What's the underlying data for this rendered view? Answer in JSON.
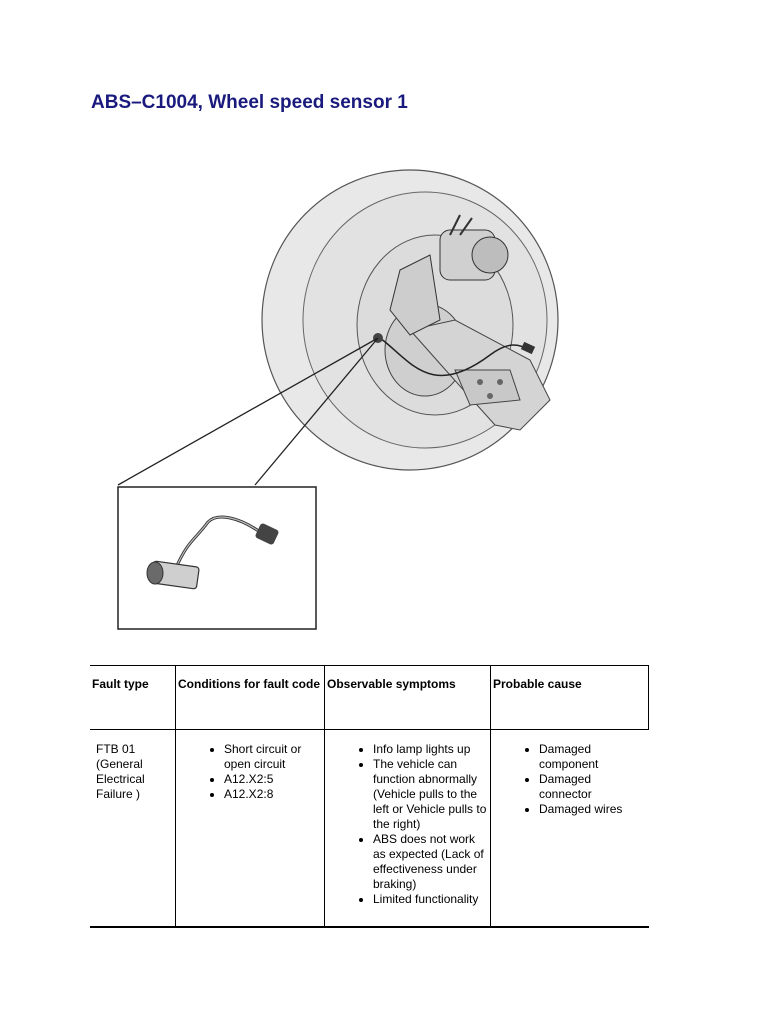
{
  "page": {
    "title": "ABS–C1004, Wheel speed sensor 1"
  },
  "figure": {
    "subject": "wheel-speed-sensor-illustration"
  },
  "table": {
    "headers": [
      "Fault type",
      "Conditions for fault code",
      "Observable symptoms",
      "Probable cause"
    ],
    "row": {
      "fault_type": "FTB 01 (General Electrical Failure )",
      "conditions": [
        "Short circuit or open circuit",
        "A12.X2:5",
        "A12.X2:8"
      ],
      "symptoms": [
        "Info lamp lights up",
        "The vehicle can function abnormally (Vehicle pulls to the left or Vehicle pulls to the right)",
        "ABS does not work as expected (Lack of effectiveness under braking)",
        "Limited functionality"
      ],
      "causes": [
        "Damaged component",
        "Damaged connector",
        "Damaged wires"
      ]
    }
  },
  "colors": {
    "title": "#1a1a7e",
    "illustration_fill": "#e6e6e6",
    "illustration_stroke": "#333333"
  }
}
